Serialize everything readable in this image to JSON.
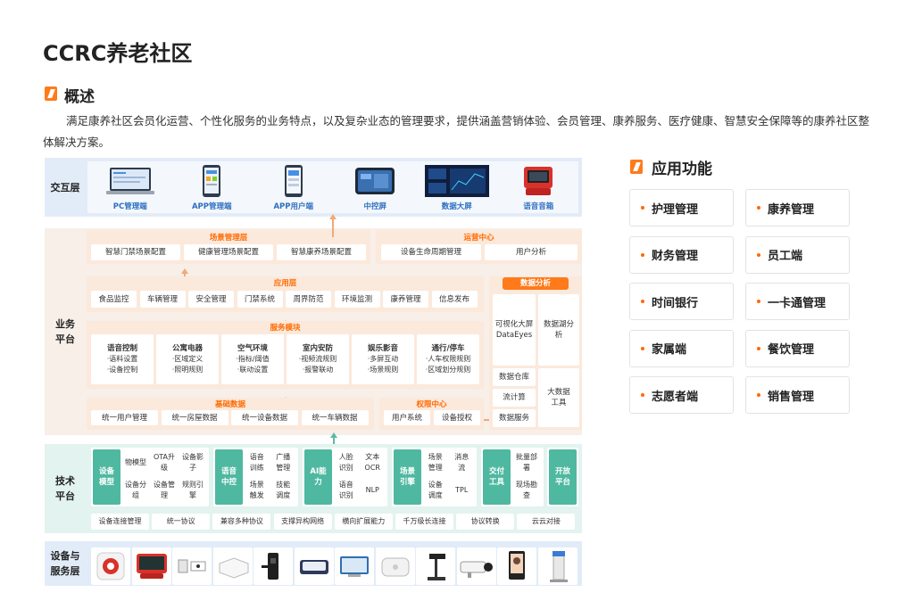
{
  "page": {
    "title": "CCRC养老社区",
    "overview_title": "概述",
    "overview_text": "满足康养社区会员化运营、个性化服务的业务特点，以及复杂业态的管理要求，提供涵盖营销体验、会员管理、康养服务、医疗健康、智慧安全保障等的康养社区整体解决方案。",
    "features_title": "应用功能"
  },
  "features": [
    "护理管理",
    "康养管理",
    "财务管理",
    "员工端",
    "时间银行",
    "一卡通管理",
    "家属端",
    "餐饮管理",
    "志愿者端",
    "销售管理"
  ],
  "diagram": {
    "interaction": {
      "label": "交互层",
      "items": [
        "PC管理端",
        "APP管理端",
        "APP用户端",
        "中控屏",
        "数据大屏",
        "语音音箱"
      ]
    },
    "business": {
      "label_1": "业务",
      "label_2": "平台",
      "scene": {
        "title": "场景管理层",
        "items": [
          "智慧门禁场景配置",
          "健康管理场景配置",
          "智慧康养场景配置"
        ]
      },
      "ops": {
        "title": "运营中心",
        "items": [
          "设备生命周期管理",
          "用户分析"
        ]
      },
      "app": {
        "title": "应用层",
        "items": [
          "食品监控",
          "车辆管理",
          "安全管理",
          "门禁系统",
          "周界防范",
          "环境监测",
          "康养管理",
          "信息发布"
        ]
      },
      "service": {
        "title": "服务模块",
        "items": [
          {
            "name": "语音控制",
            "l1": "·语料设置",
            "l2": "·设备控制"
          },
          {
            "name": "公寓电器",
            "l1": "·区域定义",
            "l2": "·照明规则"
          },
          {
            "name": "空气环境",
            "l1": "·指标/阈值",
            "l2": "·联动设置"
          },
          {
            "name": "室内安防",
            "l1": "·视频流规则",
            "l2": "·报警联动"
          },
          {
            "name": "娱乐影音",
            "l1": "·多屏互动",
            "l2": "·场景规则"
          },
          {
            "name": "通行/停车",
            "l1": "·人车权限规则",
            "l2": "·区域划分规则"
          }
        ]
      },
      "base": {
        "title": "基础数据",
        "items": [
          "统一用户管理",
          "统一房屋数据",
          "统一设备数据",
          "统一车辆数据"
        ]
      },
      "auth": {
        "title": "权限中心",
        "items": [
          "用户系统",
          "设备授权"
        ]
      },
      "analysis": {
        "title": "数据分析",
        "items": [
          "可视化大屏 DataEyes",
          "数据湖分析",
          "数据仓库",
          "流计算",
          "数据服务",
          "大数据工具"
        ]
      }
    },
    "tech": {
      "label_1": "技术",
      "label_2": "平台",
      "groups": [
        {
          "head": "设备模型",
          "subs": [
            "物模型",
            "设备分组",
            "OTA升级",
            "设备管理",
            "设备影子",
            "规则引擎"
          ]
        },
        {
          "head": "语音中控",
          "subs": [
            "语音训练",
            "场景触发",
            "广播管理",
            "技能调度"
          ]
        },
        {
          "head": "AI能力",
          "subs": [
            "人脸识别",
            "语音识别",
            "文本OCR",
            "NLP"
          ]
        },
        {
          "head": "场景引擎",
          "subs": [
            "场景管理",
            "设备调度",
            "消息流",
            "TPL"
          ]
        },
        {
          "head": "交付工具",
          "subs": [
            "批量部署",
            "现场勘查"
          ]
        },
        {
          "head": "开放平台",
          "subs": []
        }
      ],
      "bottom": [
        "设备连接管理",
        "统一协议",
        "兼容多种协议",
        "支撑异构网络",
        "横向扩展能力",
        "千万级长连接",
        "协议转换",
        "云云对接"
      ]
    },
    "devices": {
      "label_1": "设备与",
      "label_2": "服务层",
      "items": [
        "sos-button-icon",
        "smart-screen-icon",
        "sensor-icon",
        "gateway-icon",
        "door-lock-icon",
        "scale-icon",
        "display-icon",
        "router-icon",
        "camera-arm-icon",
        "bullet-camera-icon",
        "face-terminal-icon",
        "gate-post-icon"
      ]
    },
    "colors": {
      "accent": "#ff6a00",
      "green": "#4fb8a0",
      "blue_band": "#e2ecf8",
      "orange_band": "#fbe9dc",
      "teal_band": "#e3f3ef"
    }
  }
}
